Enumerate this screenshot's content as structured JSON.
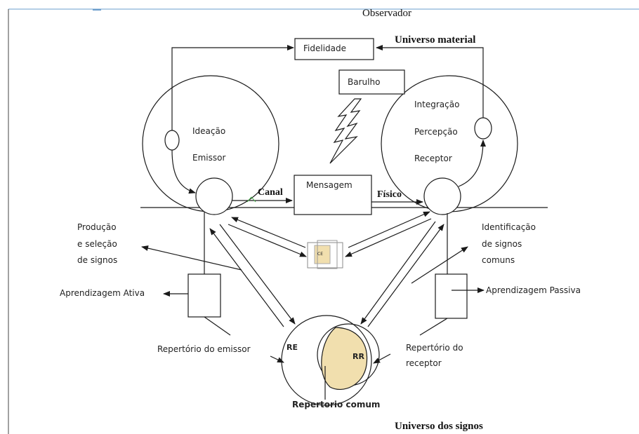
{
  "title": "Observador",
  "universe_material": "Universo material",
  "universe_signs": "Universo dos signos",
  "boxes": {
    "fidelidade": "Fidelidade",
    "barulho": "Barulho",
    "mensagem": "Mensagem",
    "ce": "CE"
  },
  "emitter": {
    "ideacao": "Ideação",
    "emissor": "Emissor"
  },
  "receiver": {
    "integracao": "Integração",
    "percepcao": "Percepção",
    "receptor": "Receptor"
  },
  "channel": {
    "canal": "Canal",
    "fisico": "Físico"
  },
  "left_labels": {
    "producao_l1": "Produção",
    "producao_l2": "e seleção",
    "producao_l3": "de signos",
    "aprendizagem_ativa": "Aprendizagem Ativa",
    "repertorio_emissor": "Repertório do emissor"
  },
  "right_labels": {
    "identificacao_l1": "Identificação",
    "identificacao_l2": "de signos",
    "identificacao_l3": "comuns",
    "aprendizagem_passiva": "Aprendizagem Passiva",
    "repertorio_receptor_l1": "Repertório do",
    "repertorio_receptor_l2": "receptor"
  },
  "venn": {
    "re": "RE",
    "rr": "RR",
    "comum": "Repertorio comum"
  },
  "colors": {
    "line": "#1a1a1a",
    "overlap_fill": "#f1dfae",
    "ce_fill": "#f1dfae",
    "frame": "#4a7fb5"
  }
}
